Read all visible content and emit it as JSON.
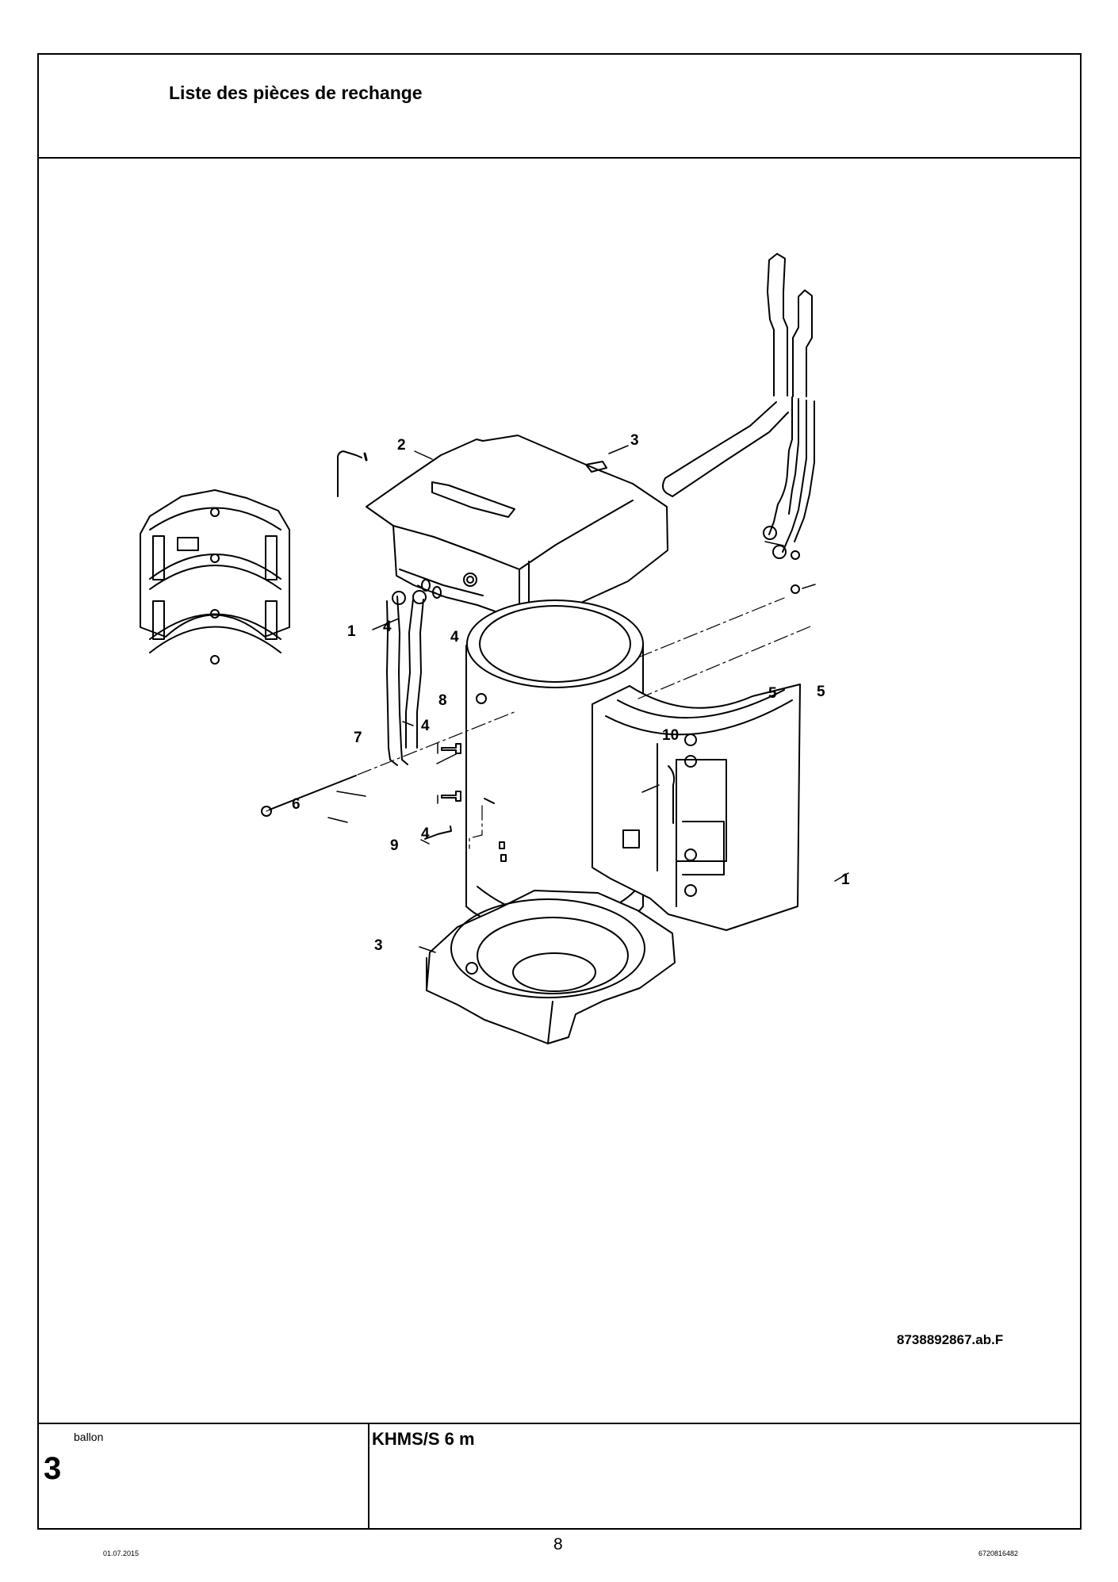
{
  "header": {
    "title": "Liste des pièces de rechange"
  },
  "drawing": {
    "reference": "8738892867.ab.F",
    "callouts": [
      "1",
      "2",
      "3",
      "4",
      "4",
      "4",
      "4",
      "5",
      "5",
      "6",
      "7",
      "8",
      "10",
      "1",
      "9",
      "3"
    ]
  },
  "footer": {
    "section_label": "ballon",
    "section_number": "3",
    "model": "KHMS/S 6 m"
  },
  "page": {
    "date": "01.07.2015",
    "number": "8",
    "doc_number": "6720816482"
  }
}
